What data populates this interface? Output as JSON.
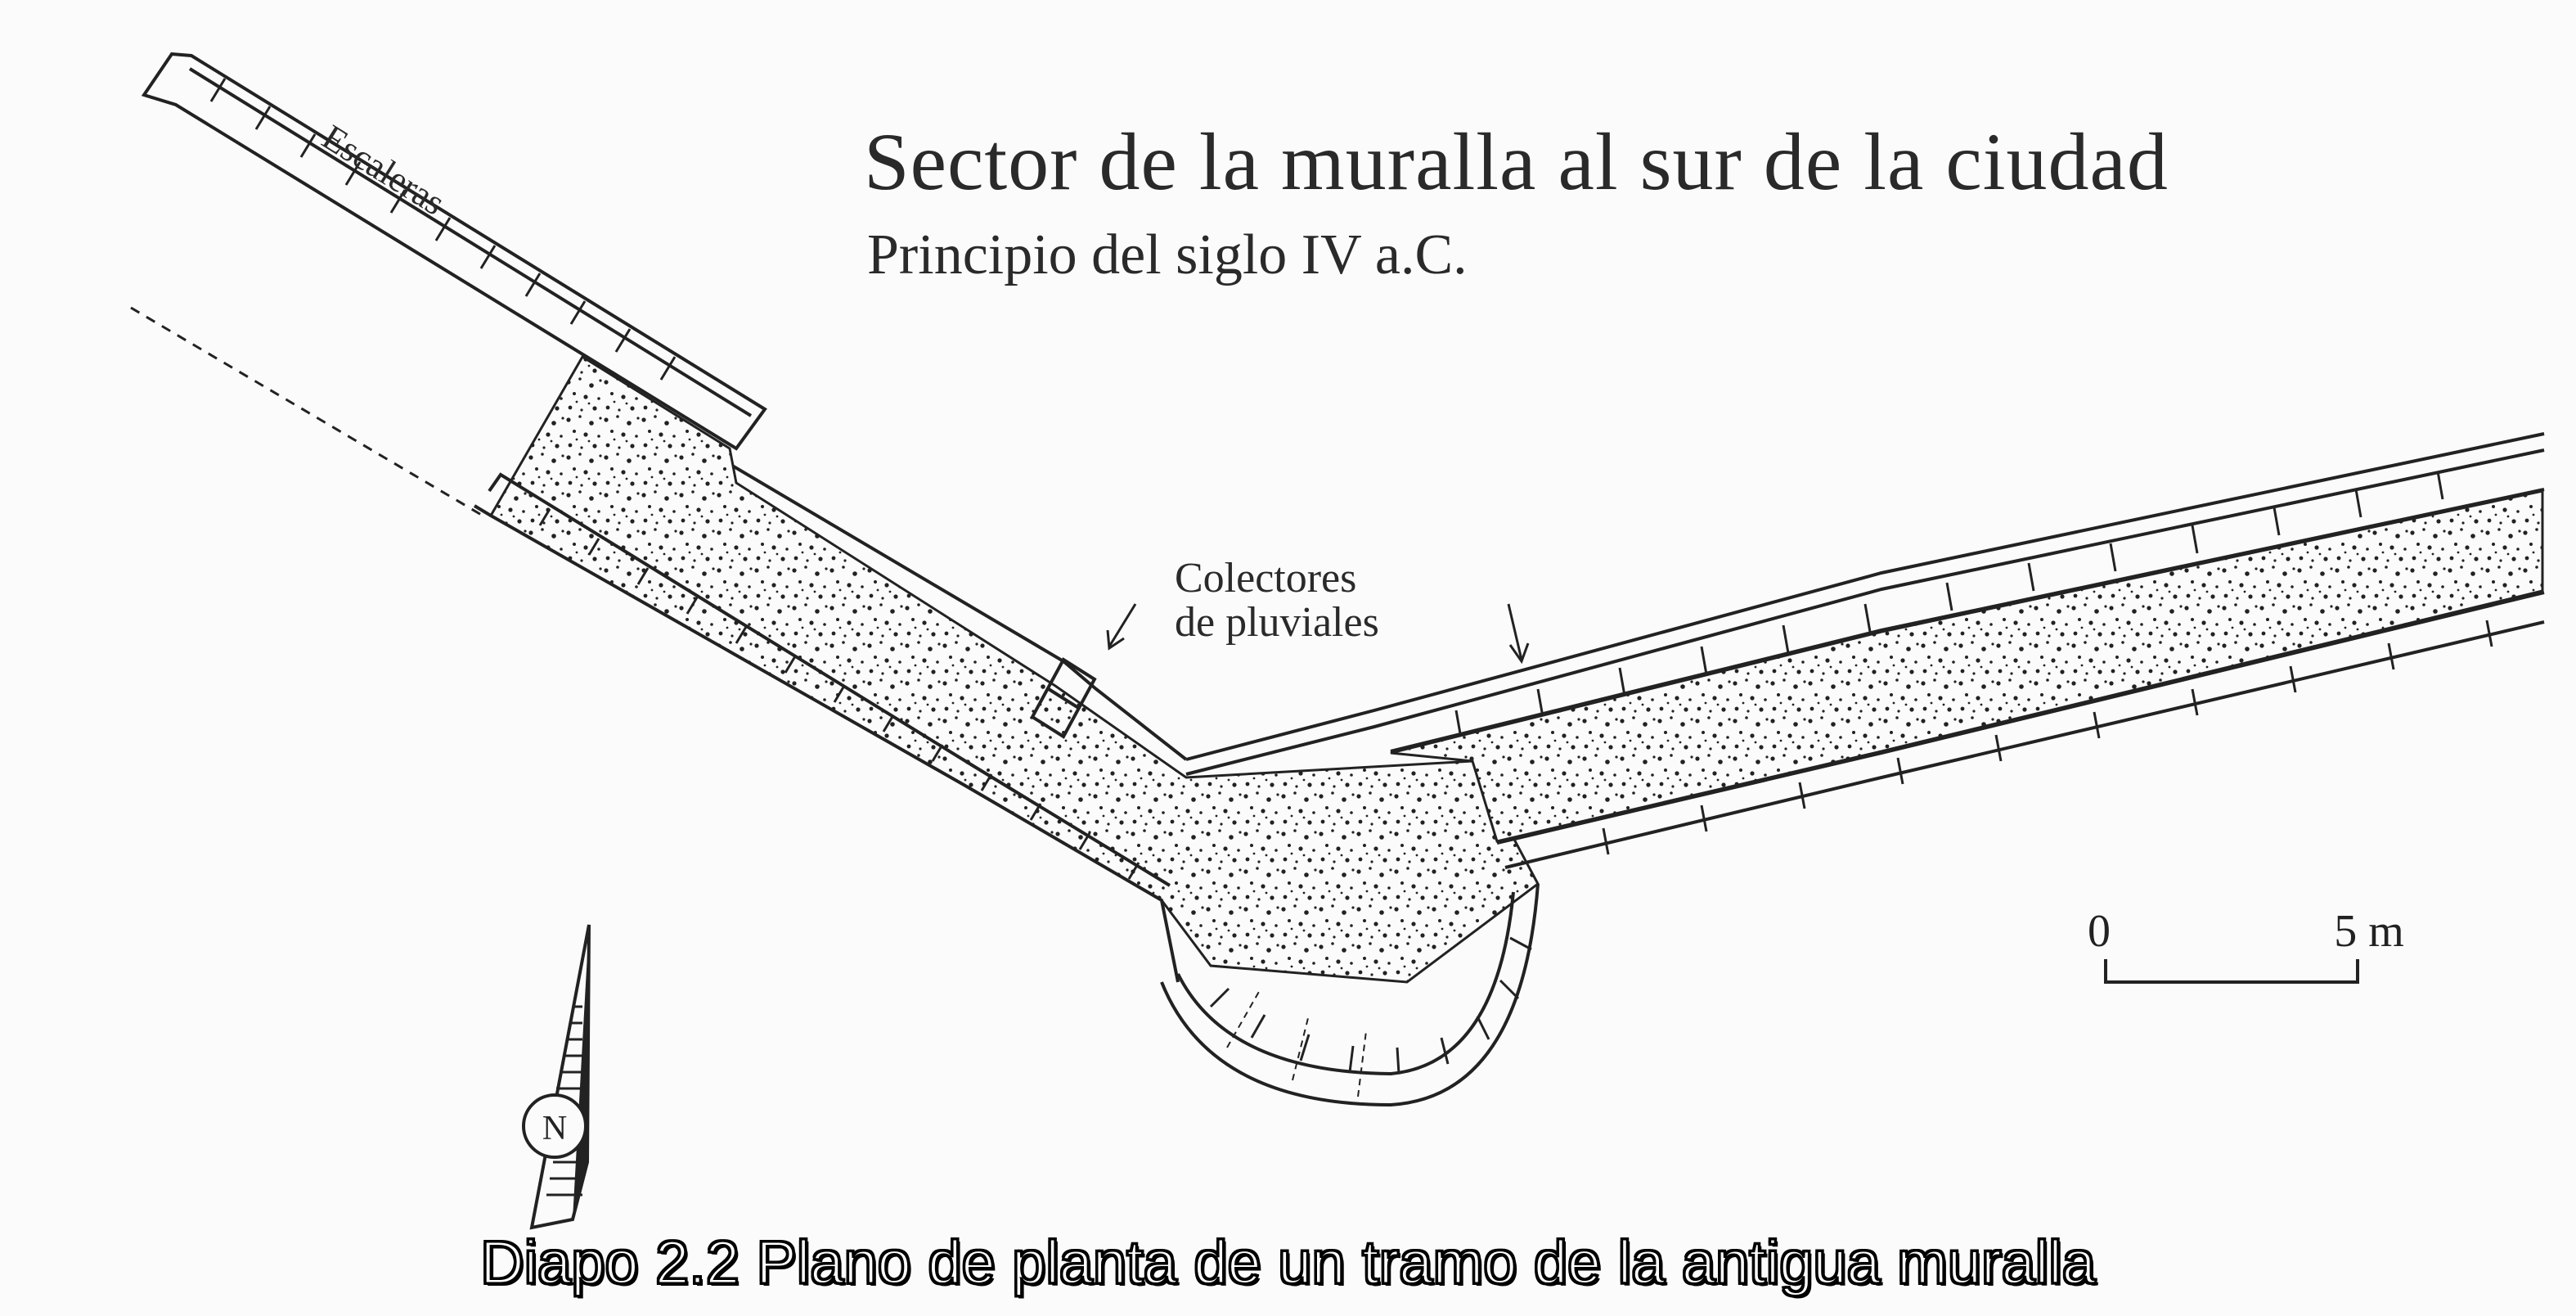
{
  "title": "Sector de la muralla al sur de la ciudad",
  "subtitle": "Principio del siglo IV a.C.",
  "labels": {
    "stairs": "Escaleras",
    "collectors_line1": "Colectores",
    "collectors_line2": "de pluviales"
  },
  "scale": {
    "start": "0",
    "end": "5 m"
  },
  "compass": {
    "north": "N"
  },
  "caption": "Diapo 2.2 Plano de planta de un tramo de la antigua muralla",
  "colors": {
    "ink": "#222222",
    "paper": "#fbfbfb",
    "caption_fill": "#ffffff",
    "caption_outline": "#000000"
  }
}
